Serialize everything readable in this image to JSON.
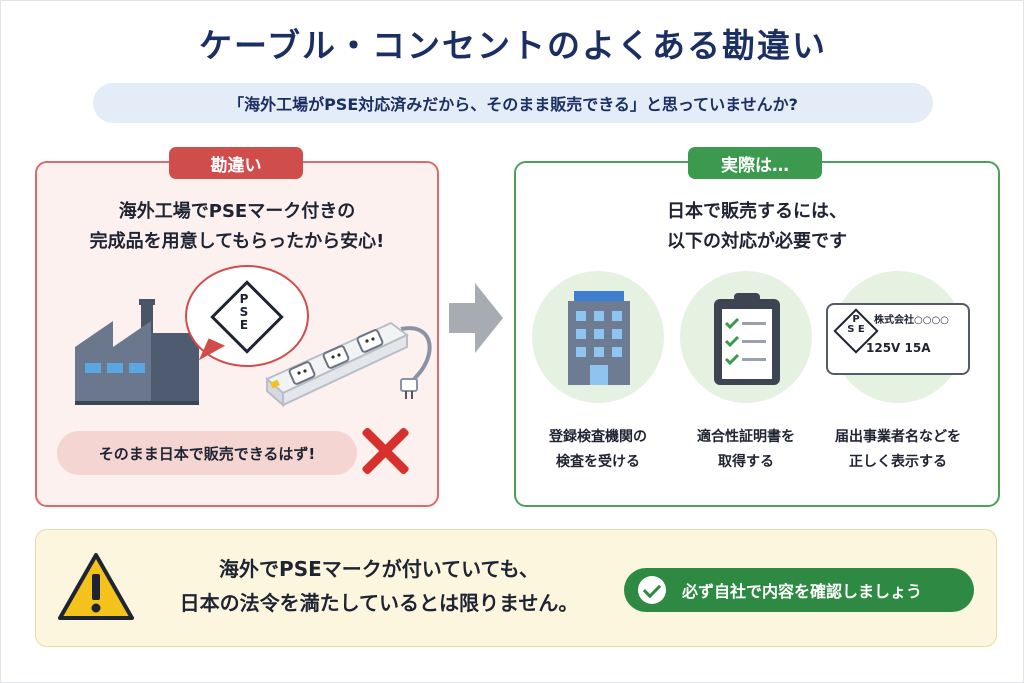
{
  "title": "ケーブル・コンセントのよくある勘違い",
  "subtitle": "「海外工場がPSE対応済みだから、そのまま販売できる」と思っていませんか?",
  "left_panel": {
    "tag": "勘違い",
    "heading_line1": "海外工場でPSEマーク付きの",
    "heading_line2": "完成品を用意してもらったから安心!",
    "pse_mark": "PSE",
    "wrong_statement": "そのまま日本で販売できるはず!"
  },
  "right_panel": {
    "tag": "実際は…",
    "heading_line1": "日本で販売するには、",
    "heading_line2": "以下の対応が必要です",
    "steps": [
      {
        "line1": "登録検査機関の",
        "line2": "検査を受ける",
        "icon": "building-icon"
      },
      {
        "line1": "適合性証明書を",
        "line2": "取得する",
        "icon": "clipboard-checklist-icon"
      },
      {
        "line1": "届出事業者名などを",
        "line2": "正しく表示する",
        "icon": "label-icon"
      }
    ],
    "label_card": {
      "pse": "PSE",
      "company": "株式会社○○○○",
      "rating": "125V 15A"
    }
  },
  "bottom": {
    "line1": "海外でPSEマークが付いていても、",
    "line2": "日本の法令を満たしているとは限りません。",
    "cta": "必ず自社で内容を確認しましょう"
  },
  "colors": {
    "navy": "#1b2f62",
    "red": "#cf4e4c",
    "green": "#3b9a4e",
    "warning_yellow": "#f3c21b"
  }
}
